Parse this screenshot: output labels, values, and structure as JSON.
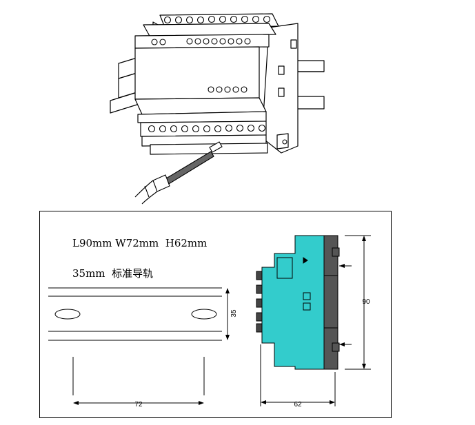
{
  "specs": {
    "dimensions": "L90mm W72mm  H62mm",
    "rail": "35mm  标准导轨"
  },
  "dimension_labels": {
    "rail_height": "35",
    "rail_width": "72",
    "module_height": "90",
    "module_depth": "62"
  },
  "colors": {
    "module_body": "#33cccc",
    "module_clip": "#555555",
    "line": "#000000"
  }
}
